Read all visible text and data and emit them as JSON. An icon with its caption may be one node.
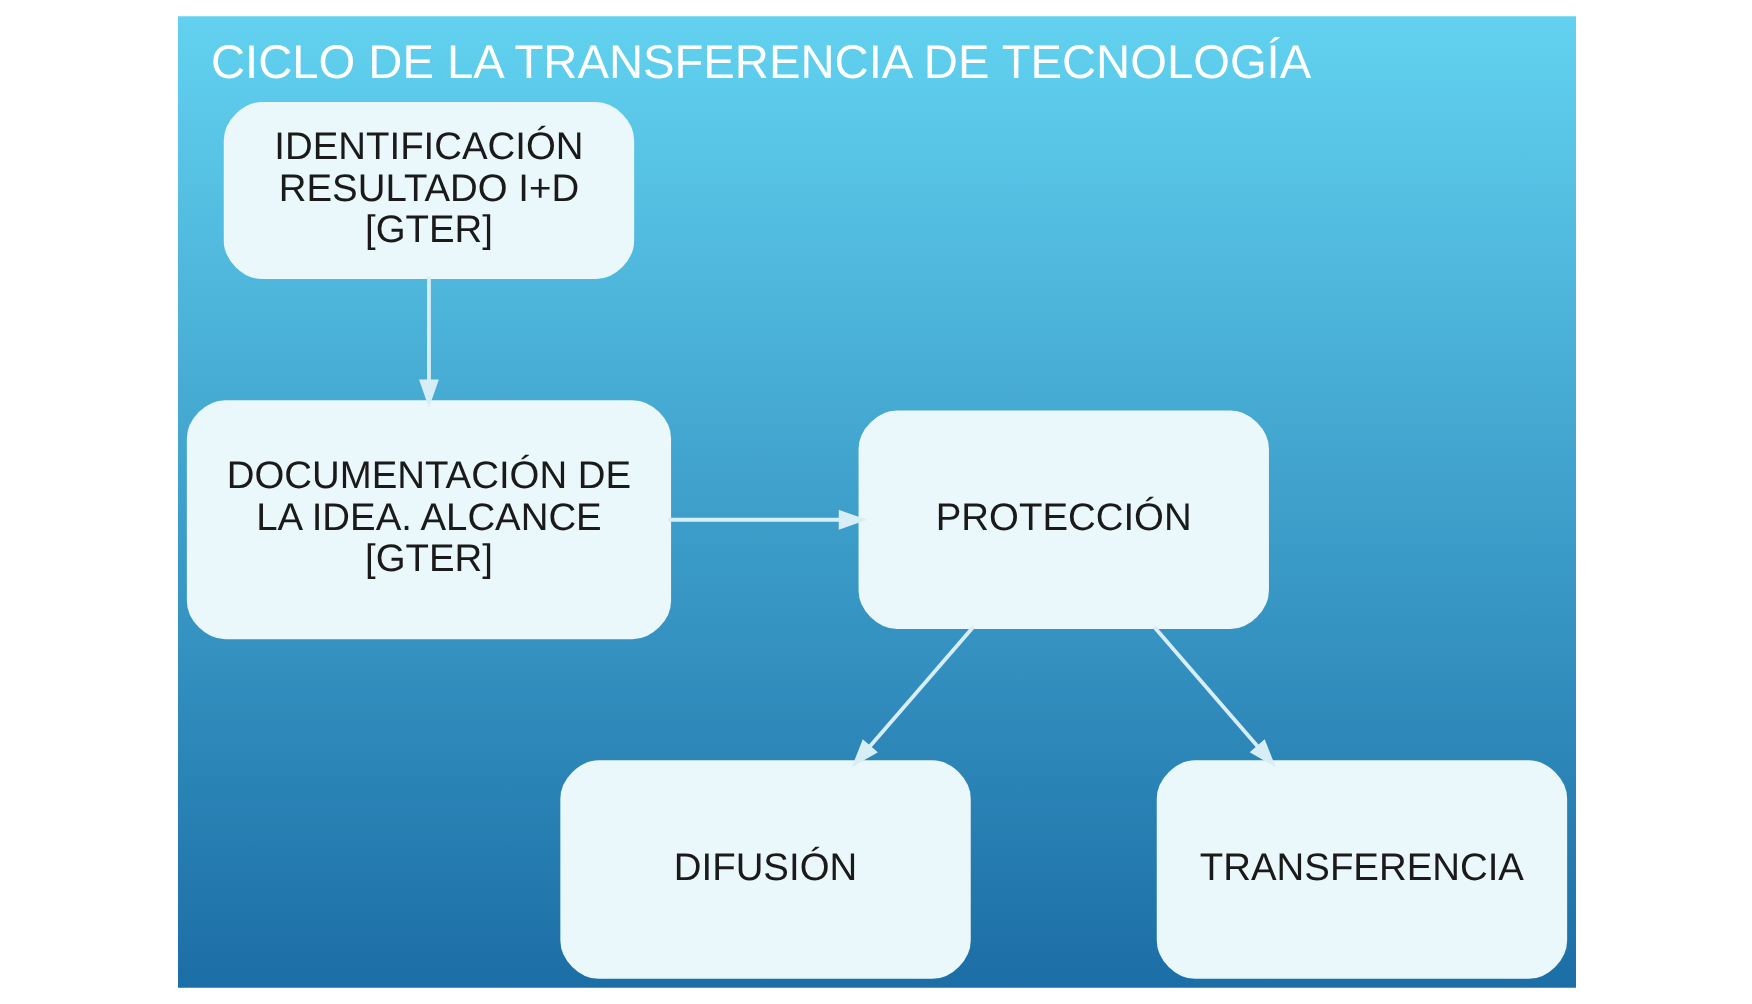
{
  "diagram": {
    "title": "CICLO DE LA TRANSFERENCIA DE TECNOLOGÍA",
    "nodes": [
      {
        "text": [
          "IDENTIFICACIÓN RESULTADO I+D [GTER]"
        ]
      },
      {
        "text": [
          "DOCUMENTACIÓN DE LA IDEA. ALCANCE [GTER]"
        ]
      },
      {
        "text": [
          "PROTECCIÓN"
        ]
      },
      {
        "text": [
          "DIFUSIÓN"
        ]
      },
      {
        "text": [
          "TRANSFERENCIA"
        ]
      }
    ],
    "edges": [
      {
        "from": 0,
        "to": 1,
        "arrow": "to"
      },
      {
        "from": 1,
        "to": 2,
        "arrow": "to"
      },
      {
        "from": 2,
        "to": 3,
        "arrow": "to"
      },
      {
        "from": 2,
        "to": 4,
        "arrow": "to"
      }
    ]
  }
}
